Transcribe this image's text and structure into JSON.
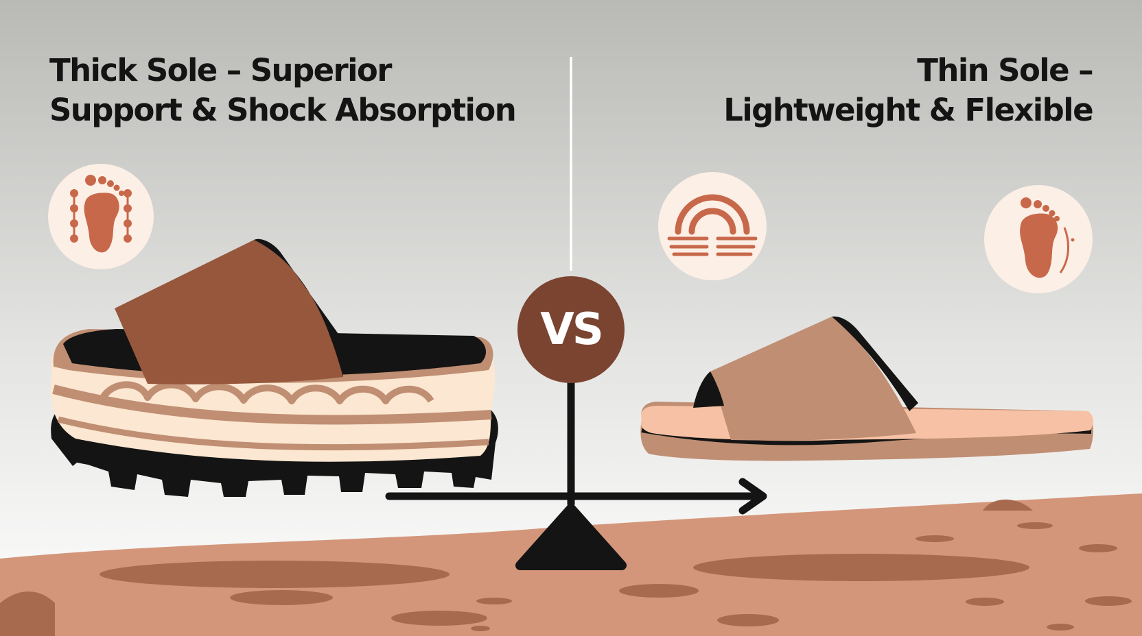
{
  "left": {
    "title_line1": "Thick Sole – Superior",
    "title_line2": "Support & Shock Absorption",
    "icon": "foot-with-support-dots-icon"
  },
  "right": {
    "title_line1": "Thin Sole –",
    "title_line2": "Lightweight & Flexible",
    "icons": [
      "flexible-arch-icon",
      "foot-outline-icon"
    ]
  },
  "center": {
    "badge_text": "VS",
    "element": "balance-scale"
  },
  "colors": {
    "sky_top": "#b9b9b6",
    "sky_bottom": "#ffffff",
    "ground": "#d4967a",
    "ground_dark": "#a86a4e",
    "thick_strap": "#96573c",
    "thin_strap": "#c08e72",
    "cream": "#fbe7d2",
    "badge": "#7a4431",
    "icon_bg": "#fcefe6",
    "icon_fg": "#c8684a",
    "ink": "#141414"
  }
}
